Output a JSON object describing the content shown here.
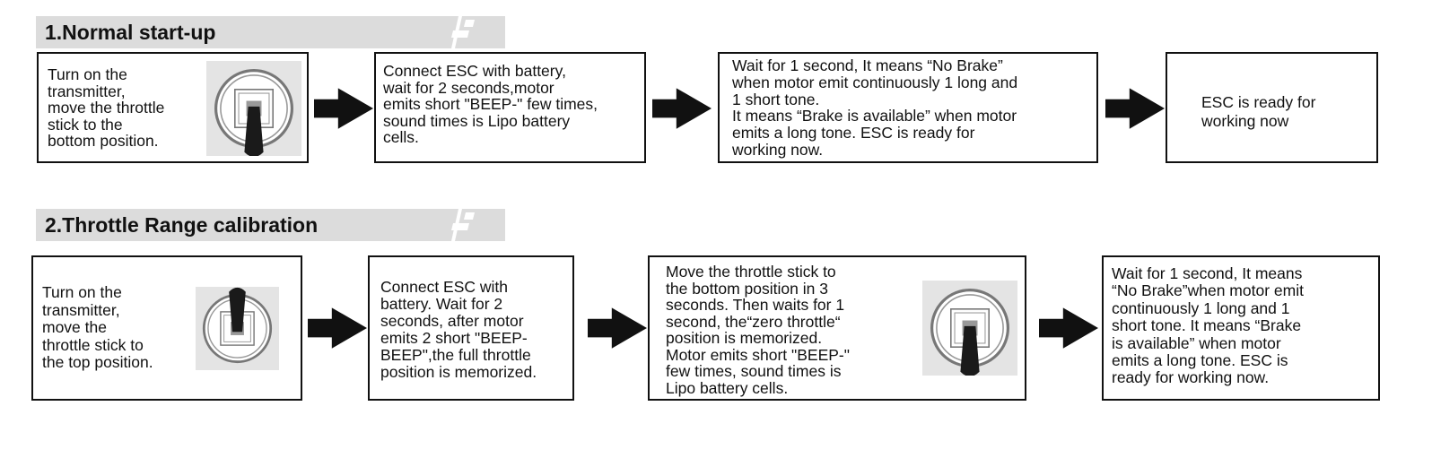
{
  "sections": [
    {
      "title": "1.Normal start-up",
      "steps": [
        "Turn on the\ntransmitter,\nmove the throttle\nstick to the\nbottom position.",
        "Connect ESC with battery,\nwait for 2 seconds,motor\nemits short \"BEEP-\" few times,\nsound times is Lipo battery\ncells.",
        "Wait for 1 second, It means “No Brake”\nwhen motor emit continuously 1 long and\n1 short tone.\nIt means “Brake is available” when motor\nemits a long tone. ESC is ready for\nworking now.",
        "ESC is ready for\nworking now"
      ]
    },
    {
      "title": "2.Throttle Range calibration",
      "steps": [
        "Turn on the\ntransmitter,\nmove the\nthrottle stick to\nthe top position.",
        "Connect ESC with\nbattery. Wait for 2\nseconds, after motor\nemits 2 short \"BEEP-\nBEEP\",the full throttle\nposition is memorized.",
        "Move the throttle stick to\nthe bottom position in 3\nseconds. Then waits for 1\nsecond, the“zero throttle“\nposition is memorized.\nMotor emits short \"BEEP-\"\nfew times, sound times is\nLipo battery cells.",
        "Wait for 1 second, It means\n“No Brake”when motor emit\ncontinuously 1 long and 1\nshort tone. It means “Brake\nis available” when motor\nemits a long tone. ESC is\nready for working now."
      ]
    }
  ],
  "icons": {
    "stick_bottom": "throttle-stick-bottom-icon",
    "stick_top": "throttle-stick-top-icon",
    "arrow": "right-arrow-icon"
  },
  "colors": {
    "title_band": "#dcdcdc",
    "border": "#111111",
    "icon_bg": "#e4e4e4",
    "stick": "#1a1a1a"
  }
}
